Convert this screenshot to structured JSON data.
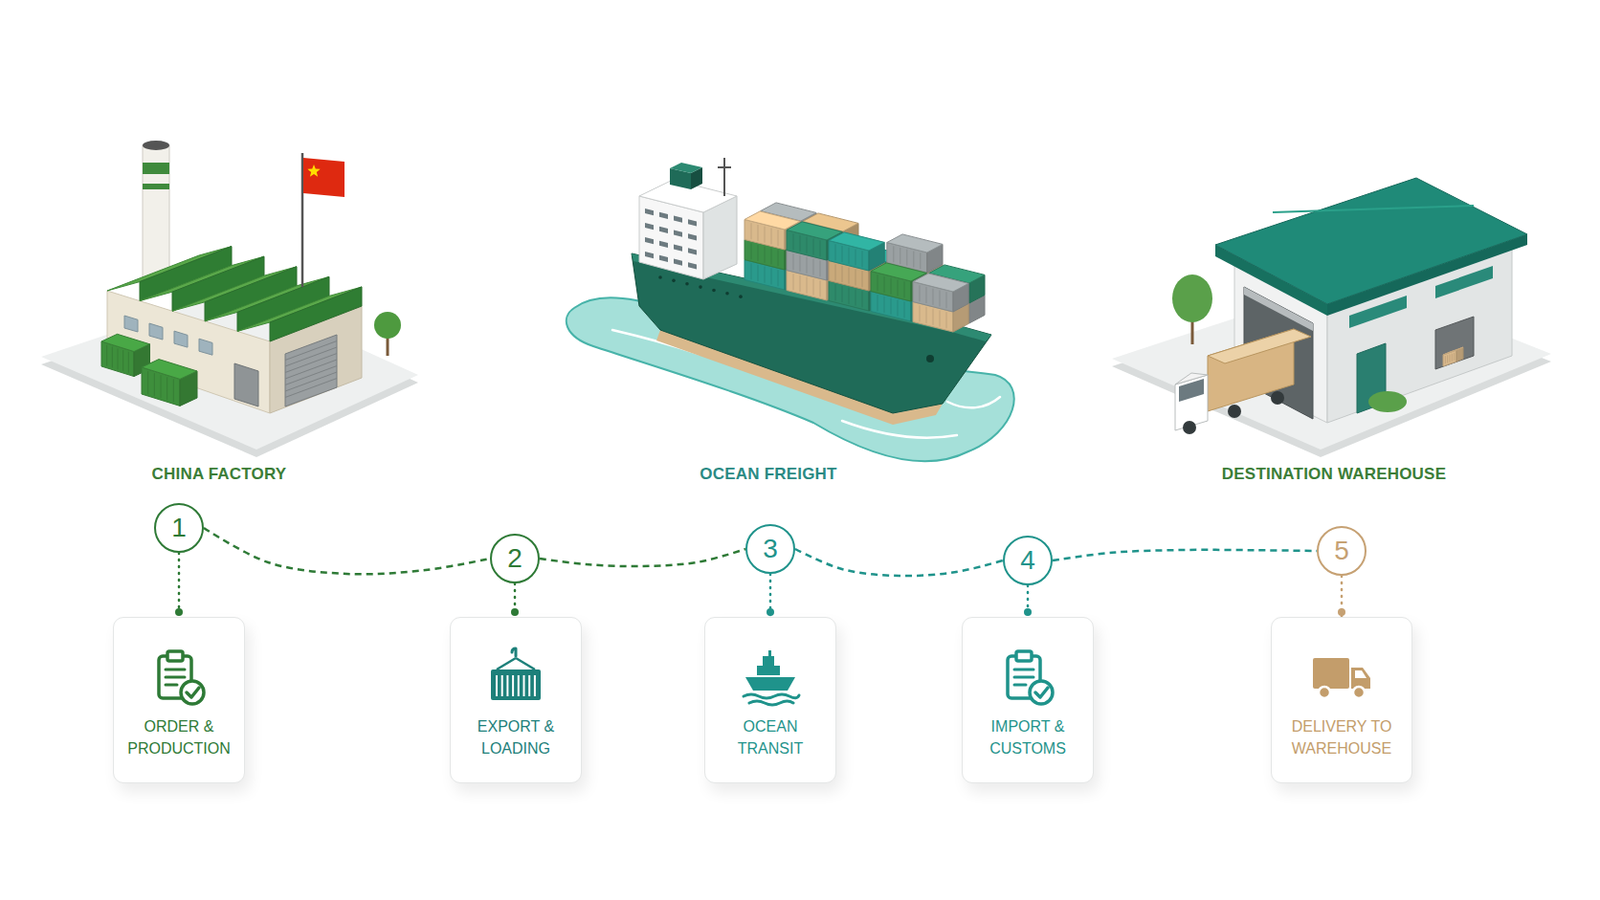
{
  "diagram": {
    "nodes": [
      {
        "text": [
          "1"
        ]
      },
      {
        "text": [
          "2"
        ]
      },
      {
        "text": [
          "3"
        ]
      },
      {
        "text": [
          "4"
        ]
      },
      {
        "text": [
          "5"
        ]
      },
      {
        "text": [
          "ORDER & PRODUCTION"
        ]
      },
      {
        "text": [
          "EXPORT & LOADING"
        ]
      },
      {
        "text": [
          "OCEAN TRANSIT"
        ]
      },
      {
        "text": [
          "IMPORT & CUSTOMS"
        ]
      },
      {
        "text": [
          "DELIVERY TO WAREHOUSE"
        ]
      }
    ],
    "edges": [
      {
        "from": 0,
        "to": 1,
        "arrow": "none"
      },
      {
        "from": 1,
        "to": 2,
        "arrow": "none"
      },
      {
        "from": 2,
        "to": 3,
        "arrow": "none"
      },
      {
        "from": 3,
        "to": 4,
        "arrow": "none"
      },
      {
        "from": 0,
        "to": 5,
        "arrow": "none"
      },
      {
        "from": 1,
        "to": 6,
        "arrow": "none"
      },
      {
        "from": 2,
        "to": 7,
        "arrow": "none"
      },
      {
        "from": 3,
        "to": 8,
        "arrow": "none"
      },
      {
        "from": 4,
        "to": 9,
        "arrow": "none"
      }
    ],
    "labels": [
      "CHINA FACTORY",
      "OCEAN FREIGHT",
      "DESTINATION WAREHOUSE"
    ]
  }
}
